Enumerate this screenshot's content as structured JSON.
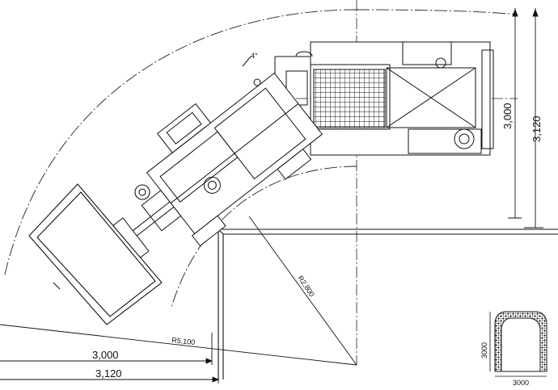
{
  "dimensions": {
    "machine_length": "3,000",
    "overall_length": "3,120",
    "machine_width": "3,000",
    "overall_width": "3,120",
    "outer_radius": "R5,100",
    "inner_radius": "R2,800",
    "angle": "4°"
  },
  "tunnel_section": {
    "height": "3000",
    "width": "3000"
  }
}
